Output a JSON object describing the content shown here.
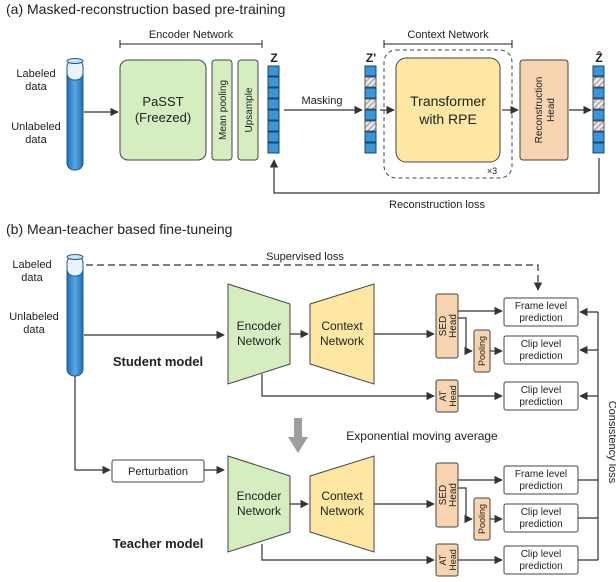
{
  "section_a": {
    "title": "(a) Masked-reconstruction based pre-training",
    "labeled_data": [
      "Labeled",
      "data"
    ],
    "unlabeled_data": [
      "Unlabeled",
      "data"
    ],
    "encoder_network_label": "Encoder Network",
    "context_network_label": "Context Network",
    "passt": [
      "PaSST",
      "(Freezed)"
    ],
    "mean_pooling": "Mean pooling",
    "upsample": "Upsample",
    "z": "Z",
    "z_prime": "Z'",
    "z_hat": "Ẑ",
    "masking": "Masking",
    "transformer": [
      "Transformer",
      "with RPE"
    ],
    "repeat": "×3",
    "reconstruction_head": [
      "Reconstruction",
      "Head"
    ],
    "reconstruction_loss": "Reconstruction loss"
  },
  "section_b": {
    "title": "(b) Mean-teacher based fine-tuneing",
    "labeled_data": [
      "Labeled",
      "data"
    ],
    "unlabeled_data": [
      "Unlabeled",
      "data"
    ],
    "supervised_loss": "Supervised loss",
    "encoder": [
      "Encoder",
      "Network"
    ],
    "context": [
      "Context",
      "Network"
    ],
    "student_model": "Student model",
    "teacher_model": "Teacher model",
    "sed_head": [
      "SED",
      "Head"
    ],
    "at_head": [
      "AT",
      "Head"
    ],
    "pooling": "Pooling",
    "frame_pred": [
      "Frame level",
      "prediction"
    ],
    "clip_pred": [
      "Clip level",
      "prediction"
    ],
    "ema": "Exponential moving average",
    "perturbation": "Perturbation",
    "consistency_loss": "Consistency loss"
  },
  "colors": {
    "green": "#d5edc0",
    "yellow": "#fde7a3",
    "orange": "#f9d4b0",
    "blue": "#2e86c1",
    "tile": "#3b95d6"
  }
}
